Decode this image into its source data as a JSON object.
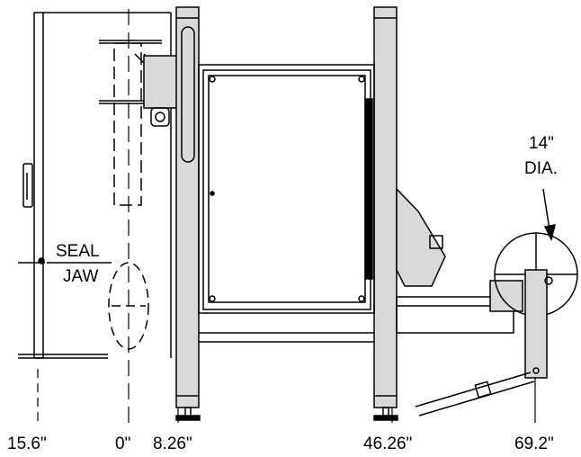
{
  "labels": {
    "diameter_line1": "14\"",
    "diameter_line2": "DIA.",
    "seal_line1": "SEAL",
    "seal_line2": "JAW"
  },
  "dimensions": [
    "15.6\"",
    "0\"",
    "8.26\"",
    "46.26\"",
    "69.2\""
  ],
  "colors": {
    "ink": "#000000",
    "paper": "#ffffff",
    "frame_gray": "#d9d9d9"
  }
}
